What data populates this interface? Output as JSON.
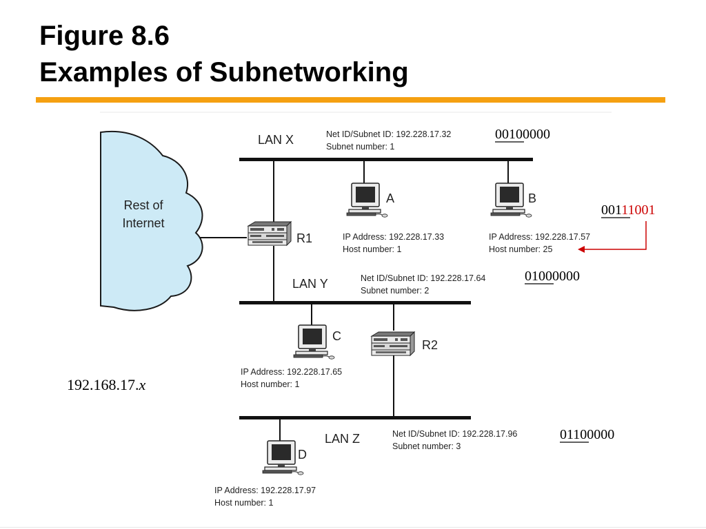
{
  "title": {
    "line1": "Figure 8.6",
    "line2": "Examples of Subnetworking"
  },
  "cloud": {
    "label1": "Rest of",
    "label2": "Internet"
  },
  "lans": {
    "x": {
      "name": "LAN X",
      "info1": "Net ID/Subnet ID: 192.228.17.32",
      "info2": "Subnet number: 1"
    },
    "y": {
      "name": "LAN Y",
      "info1": "Net ID/Subnet ID: 192.228.17.64",
      "info2": "Subnet number: 2"
    },
    "z": {
      "name": "LAN Z",
      "info1": "Net ID/Subnet ID: 192.228.17.96",
      "info2": "Subnet number: 3"
    }
  },
  "routers": {
    "r1": "R1",
    "r2": "R2"
  },
  "hosts": {
    "a": {
      "name": "A",
      "ip": "IP Address: 192.228.17.33",
      "host": "Host number: 1"
    },
    "b": {
      "name": "B",
      "ip": "IP Address: 192.228.17.57",
      "host": "Host number: 25"
    },
    "c": {
      "name": "C",
      "ip": "IP Address: 192.228.17.65",
      "host": "Host number: 1"
    },
    "d": {
      "name": "D",
      "ip": "IP Address: 192.228.17.97",
      "host": "Host number: 1"
    }
  },
  "annotations": {
    "bin_x": {
      "prefix": "001",
      "rest": "00000"
    },
    "bin_b": {
      "prefix": "001",
      "rest": "11001"
    },
    "bin_y": {
      "prefix": "010",
      "rest": "00000"
    },
    "bin_z": {
      "prefix": "011",
      "rest": "00000"
    },
    "network": {
      "base": "192.168.17.",
      "var": "x"
    }
  },
  "colors": {
    "accent_rule": "#f5a011",
    "cloud_fill": "#cdeaf6",
    "highlight_red": "#cc0000"
  }
}
